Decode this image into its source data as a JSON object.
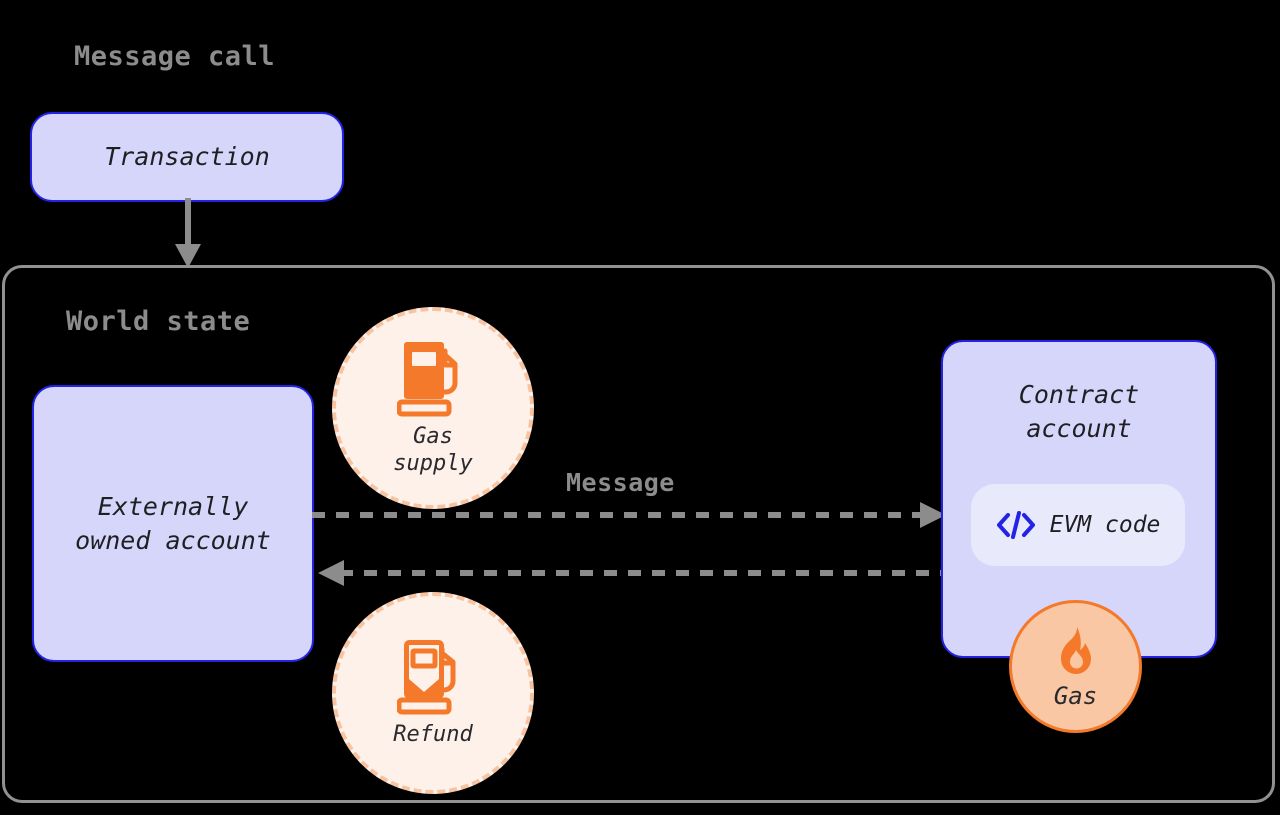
{
  "diagram": {
    "background_color": "#000000",
    "title": "Message call",
    "world_state": {
      "title": "World state",
      "border_color": "#919191"
    },
    "colors": {
      "node_fill": "#d6d6fb",
      "node_border": "#2323e6",
      "accent_orange": "#f4792a",
      "soft_orange_fill": "#fdf1ea",
      "dashed_orange_border": "#f7c3a0",
      "gas_badge_fill": "#f9c7a4",
      "arrow_gray": "#8c8c8c",
      "heading_gray": "#8c8c8c",
      "evm_pill_fill": "#e9e9fc",
      "evm_icon_blue": "#2323e6",
      "text_dark": "#1f1f23"
    },
    "nodes": {
      "transaction": {
        "label": "Transaction",
        "icon": "none"
      },
      "externally_owned_account": {
        "label": "Externally\nowned account"
      },
      "contract_account": {
        "label": "Contract\naccount",
        "evm_code": {
          "label": "EVM code",
          "icon": "code-brackets-icon"
        },
        "gas_badge": {
          "label": "Gas",
          "icon": "flame-icon"
        }
      }
    },
    "badges": {
      "gas_supply": {
        "label": "Gas\nsupply",
        "icon": "fuel-pump-full-icon"
      },
      "refund": {
        "label": "Refund",
        "icon": "fuel-pump-partial-icon"
      }
    },
    "arrows": {
      "transaction_to_world_state": {
        "style": "solid",
        "direction": "down",
        "color": "#8c8c8c",
        "label": ""
      },
      "message_out": {
        "style": "dashed",
        "direction": "right",
        "color": "#8c8c8c",
        "label": "Message"
      },
      "message_back": {
        "style": "dashed",
        "direction": "left",
        "color": "#8c8c8c",
        "label": ""
      }
    }
  }
}
